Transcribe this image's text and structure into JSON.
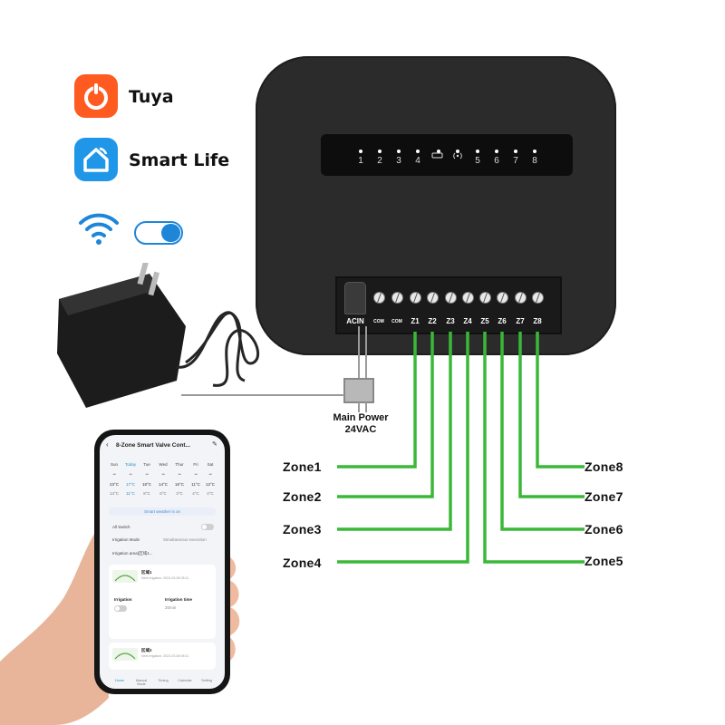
{
  "brands": {
    "tuya_label": "Tuya",
    "smart_life_label": "Smart Life",
    "wifi_label": "WiFi"
  },
  "controller": {
    "led_labels": [
      "1",
      "2",
      "3",
      "4",
      "",
      "",
      "5",
      "6",
      "7",
      "8"
    ],
    "terminal_labels": [
      "ACIN",
      "COM",
      "COM",
      "Z1",
      "Z2",
      "Z3",
      "Z4",
      "Z5",
      "Z6",
      "Z7",
      "Z8"
    ]
  },
  "power": {
    "line1": "Main Power",
    "line2": "24VAC"
  },
  "zones": {
    "left": [
      "Zone1",
      "Zone2",
      "Zone3",
      "Zone4"
    ],
    "right": [
      "Zone8",
      "Zone7",
      "Zone6",
      "Zone5"
    ]
  },
  "phone": {
    "title": "8-Zone Smart Valve Cont...",
    "days": [
      "Sun",
      "Today",
      "Tue",
      "Wed",
      "Thur",
      "Fri",
      "Sat"
    ],
    "highs": [
      "23°C",
      "17°C",
      "18°C",
      "14°C",
      "16°C",
      "11°C",
      "12°C"
    ],
    "lows": [
      "14°C",
      "11°C",
      "8°C",
      "6°C",
      "3°C",
      "4°C",
      "4°C"
    ],
    "smart_weather": "Smart weather is on",
    "all_switch": "All Switch",
    "irrigation_mode": "Irrigation Mode",
    "irrigation_mode_value": "Simultaneous execution",
    "irrigation_area": "Irrigation area(区域1...",
    "zone1_name": "区域1",
    "zone1_next": "Next irrigation: 2023-03-08 08:11",
    "irrigation": "Irrigation",
    "irrigation_time": "Irrigation time",
    "irrigation_time_value": "20min",
    "zone2_name": "区域2",
    "zone2_next": "Next irrigation: 2023-03-08 08:11",
    "nav": [
      "Home",
      "Manual Mode",
      "Timing",
      "Calendar",
      "Setting"
    ]
  },
  "colors": {
    "tuya": "#ff5a1f",
    "smart_life": "#1f96e8",
    "controller": "#2b2b2b",
    "zone_wire": "#3bb838",
    "power_wire": "#9a9a9a",
    "phone_accent": "#2a8fc9"
  }
}
